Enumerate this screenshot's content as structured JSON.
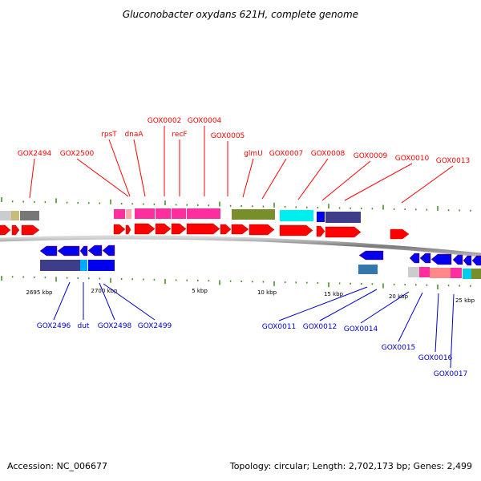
{
  "title": "Gluconobacter oxydans 621H, complete genome",
  "footer": {
    "accession": "Accession: NC_006677",
    "summary": "Topology: circular; Length: 2,702,173 bp; Genes: 2,499"
  },
  "colors": {
    "forward": "#ff0000",
    "reverse": "#0000ee",
    "forward_label": "#ff0000",
    "reverse_label": "#0000cc",
    "tick": "#3a8a1a",
    "backbone": "#888888"
  },
  "kbp_labels": [
    "2695 kbp",
    "2700 kbp",
    "5 kbp",
    "10 kbp",
    "15 kbp",
    "20 kbp",
    "25 kbp"
  ],
  "top_labels": [
    "GOX2494",
    "GOX2500",
    "rpsT",
    "dnaA",
    "GOX0002",
    "recF",
    "GOX0004",
    "GOX0005",
    "glmU",
    "GOX0007",
    "GOX0008",
    "GOX0009",
    "GOX0010",
    "GOX0013"
  ],
  "bottom_labels": [
    "GOX2496",
    "dut",
    "GOX2498",
    "GOX2499",
    "GOX0011",
    "GOX0012",
    "GOX0014",
    "GOX0015",
    "GOX0016",
    "GOX0017"
  ]
}
